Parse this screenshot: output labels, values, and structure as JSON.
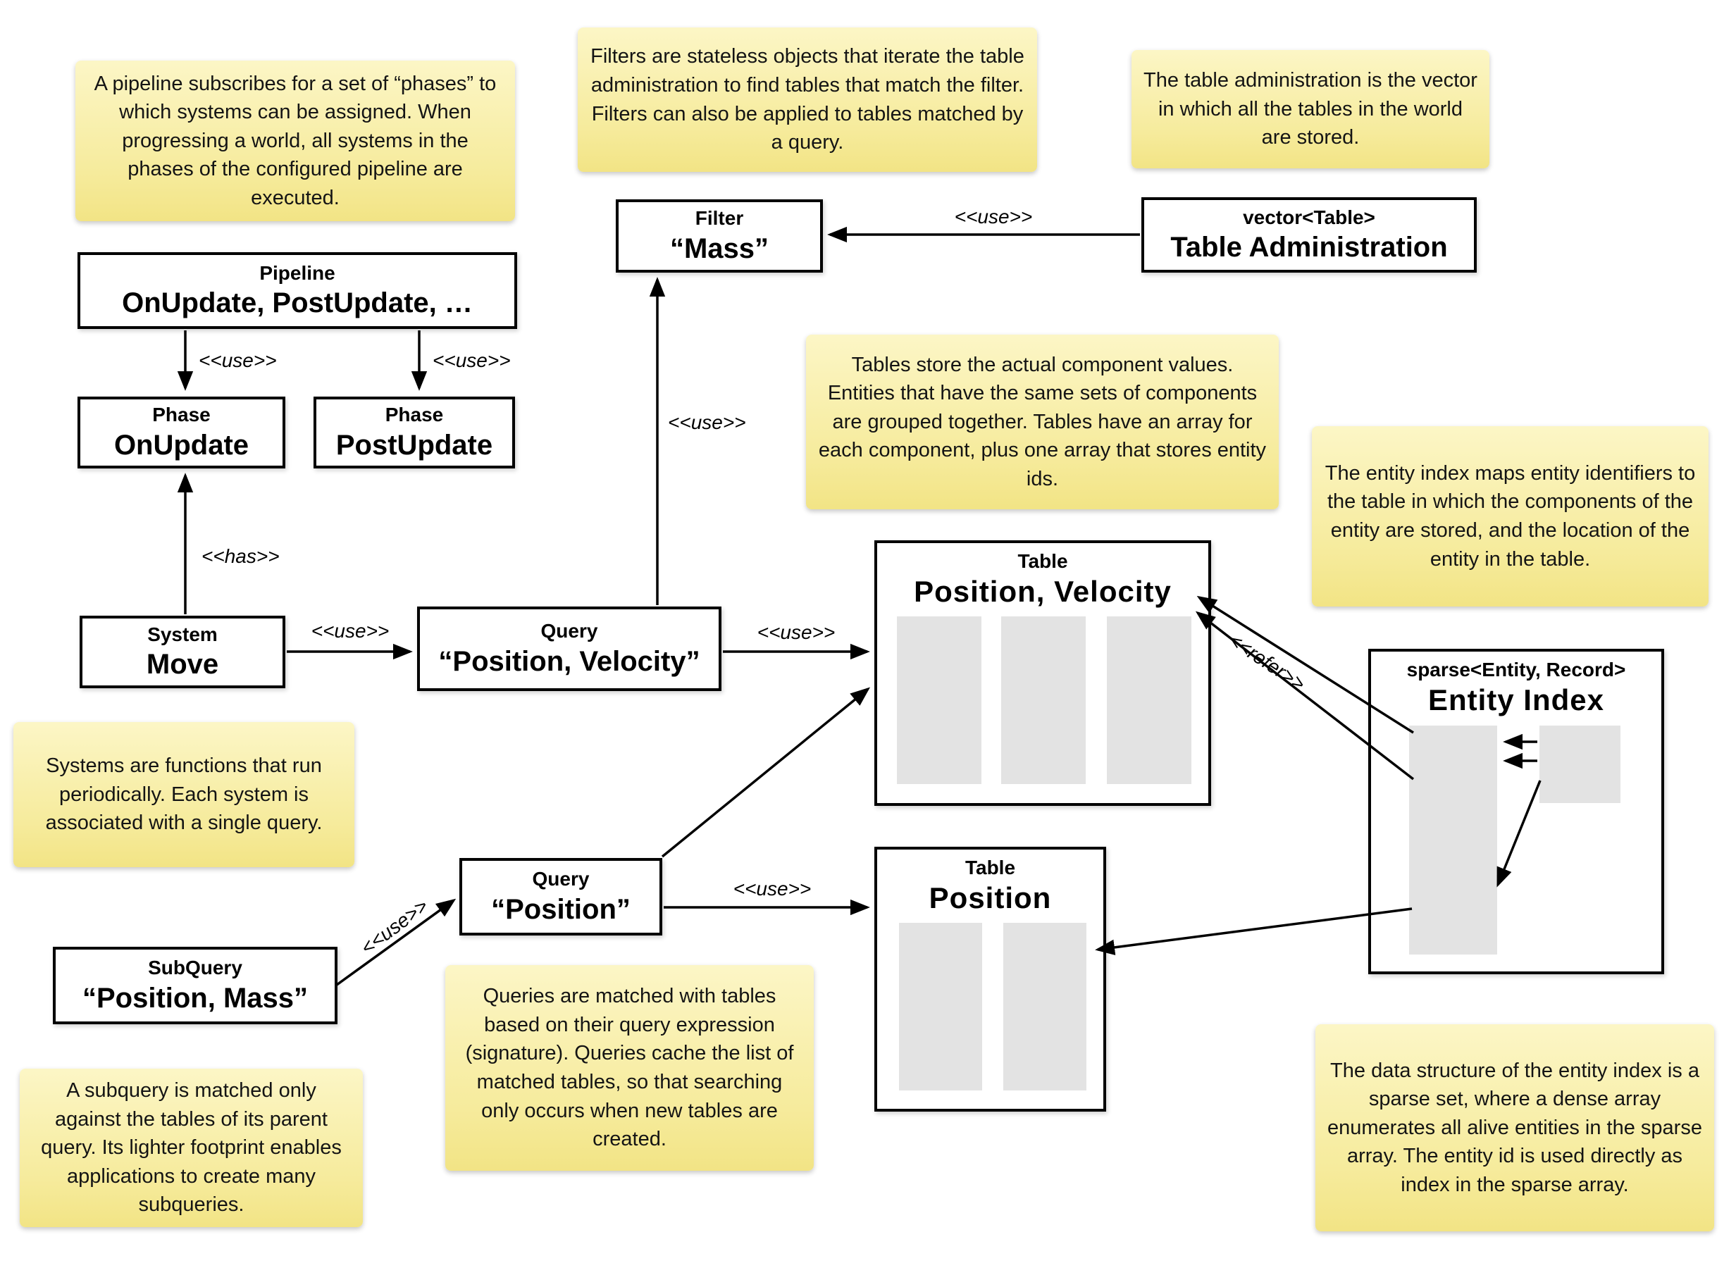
{
  "notes": {
    "pipeline": "A pipeline subscribes for a set of “phases” to which systems can be assigned. When progressing a world, all systems in the phases of the configured pipeline are executed.",
    "filters": "Filters are stateless objects that iterate the table administration to find tables that match the filter. Filters can also be applied to tables matched by a query.",
    "table_admin": "The table administration is the vector in which all the tables in the world are stored.",
    "tables": "Tables store the actual component values. Entities that have the same sets of components are grouped together. Tables have an array for each component, plus one array that stores entity ids.",
    "entity_index": "The entity index maps entity identifiers to the table in which the components of the entity are stored, and the location of the entity in the table.",
    "systems": "Systems are functions that run periodically. Each system is associated with a single query.",
    "queries": "Queries are matched with tables based on their query expression (signature). Queries cache the list of matched tables, so that searching only occurs when new tables are created.",
    "subquery": "A subquery is matched only against the tables of its parent query. Its lighter footprint enables applications to create many subqueries.",
    "sparse_set": "The data structure of the entity index is a sparse set, where a dense array enumerates all alive entities in the sparse array. The entity id is used directly as index in the sparse array."
  },
  "boxes": {
    "pipeline": {
      "stereotype": "Pipeline",
      "name": "OnUpdate, PostUpdate, …"
    },
    "phase_onupdate": {
      "stereotype": "Phase",
      "name": "OnUpdate"
    },
    "phase_postupdate": {
      "stereotype": "Phase",
      "name": "PostUpdate"
    },
    "filter": {
      "stereotype": "Filter",
      "name": "“Mass”"
    },
    "table_admin": {
      "stereotype": "vector<Table>",
      "name": "Table Administration"
    },
    "system_move": {
      "stereotype": "System",
      "name": "Move"
    },
    "query_pv": {
      "stereotype": "Query",
      "name": "“Position, Velocity”"
    },
    "query_p": {
      "stereotype": "Query",
      "name": "“Position”"
    },
    "subquery": {
      "stereotype": "SubQuery",
      "name": "“Position, Mass”"
    },
    "table_pv": {
      "stereotype": "Table",
      "name": "Position, Velocity"
    },
    "table_p": {
      "stereotype": "Table",
      "name": "Position"
    },
    "entity_index": {
      "stereotype": "sparse<Entity, Record>",
      "name": "Entity Index"
    }
  },
  "edge_labels": {
    "use": "<<use>>",
    "has": "<<has>>",
    "refer": "<<refer>>"
  },
  "colors": {
    "note_bg_top": "#fcf6c6",
    "note_bg_bottom": "#f2e485",
    "box_border": "#000000",
    "array_fill": "#e3e3e3"
  }
}
